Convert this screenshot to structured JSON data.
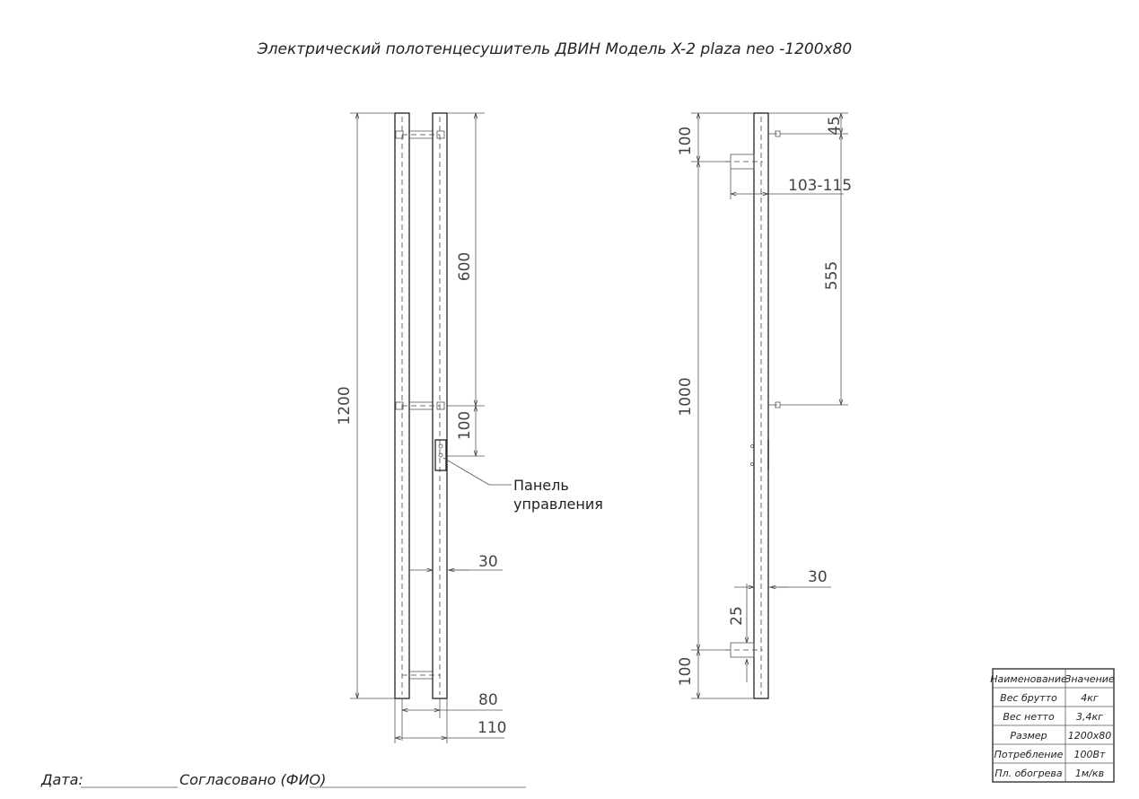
{
  "title": "Электрический полотенцесушитель ДВИН Модель X-2 plaza neo -1200x80",
  "front_view": {
    "dim_height_total": "1200",
    "dim_between_brackets": "600",
    "dim_bracket_to_panel": "100",
    "dim_tube_depth": "30",
    "dim_width_80": "80",
    "dim_width_110": "110",
    "panel_label_line1": "Панель",
    "panel_label_line2": "управления"
  },
  "side_view": {
    "dim_top_100": "100",
    "dim_top_45": "45",
    "dim_projection": "103-115",
    "dim_555": "555",
    "dim_1000": "1000",
    "dim_30": "30",
    "dim_25": "25",
    "dim_bottom_100": "100"
  },
  "spec_table": {
    "header": [
      "Наименование",
      "Значение"
    ],
    "rows": [
      [
        "Вес брутто",
        "4кг"
      ],
      [
        "Вес нетто",
        "3,4кг"
      ],
      [
        "Размер",
        "1200х80"
      ],
      [
        "Потребление",
        "100Вт"
      ],
      [
        "Пл. обогрева",
        "1м/кв"
      ]
    ]
  },
  "footer": {
    "date_label": "Дата:",
    "approved_label": "Согласовано (ФИО)"
  }
}
